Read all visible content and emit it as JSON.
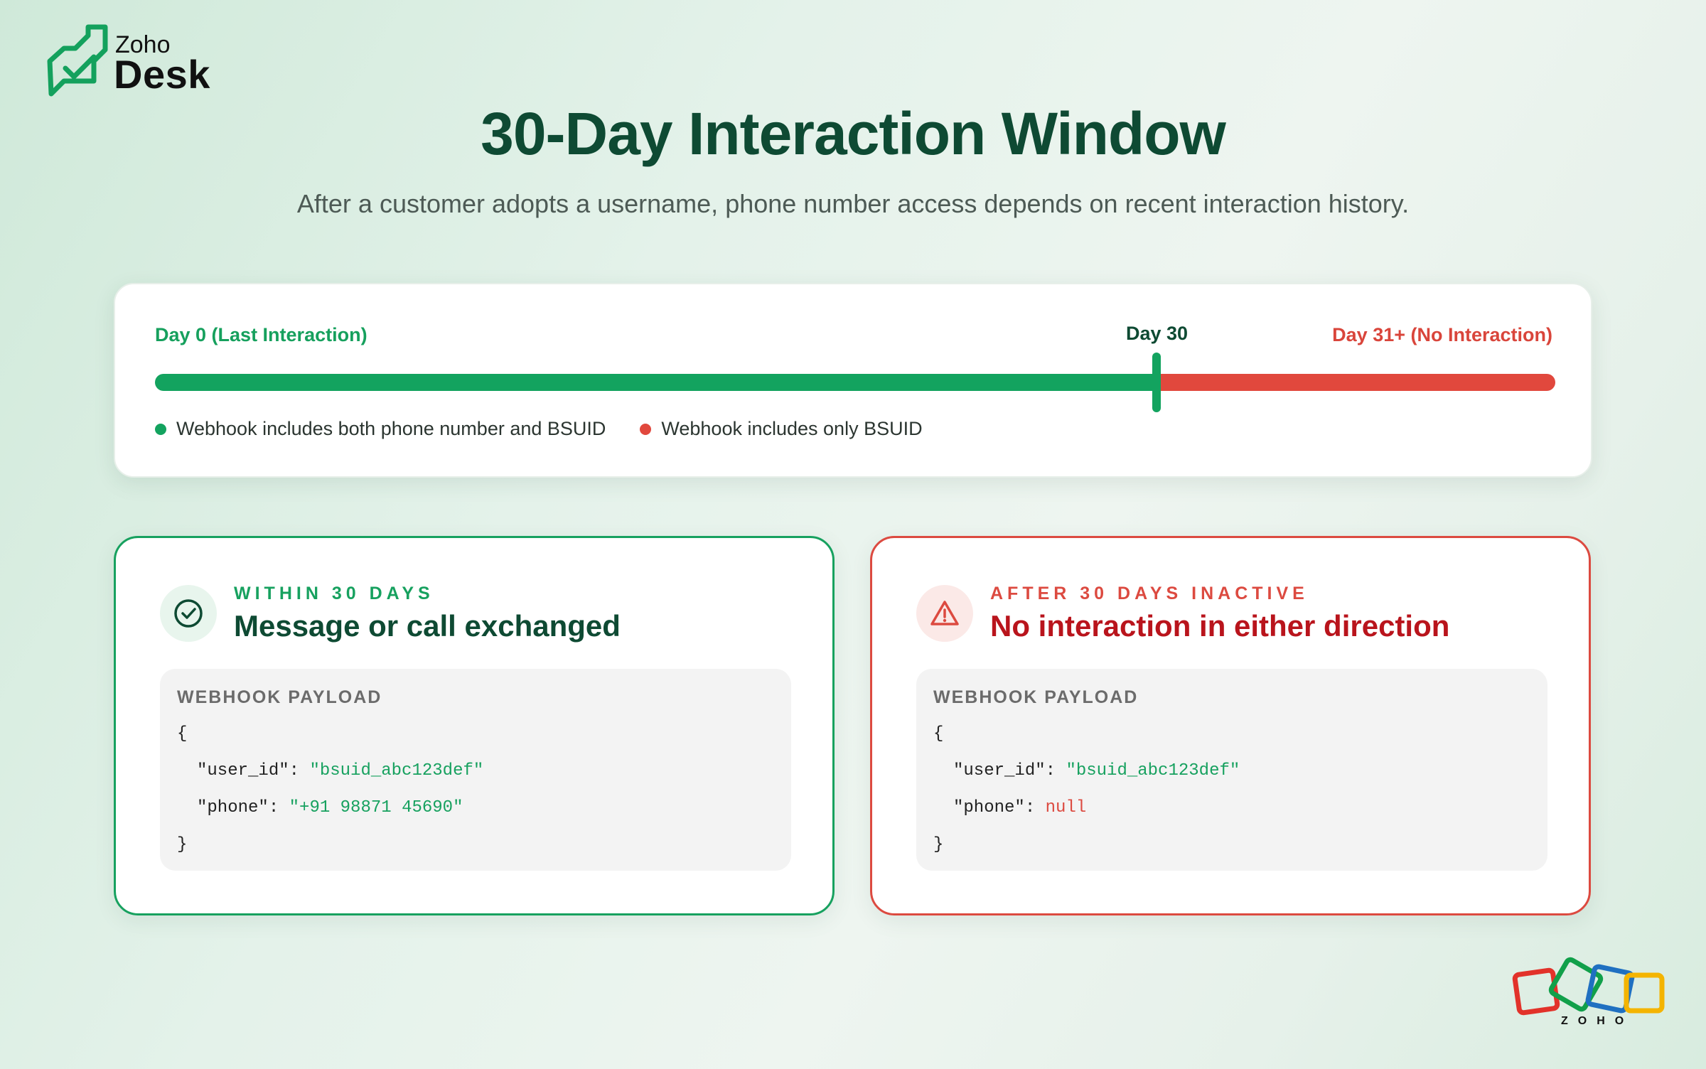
{
  "brand": {
    "top": "Zoho",
    "product": "Desk"
  },
  "title": "30-Day Interaction Window",
  "subtitle": "After a customer adopts a username, phone number access depends on recent interaction history.",
  "timeline": {
    "start_label": "Day 0 (Last Interaction)",
    "mid_label": "Day 30",
    "end_label": "Day 31+ (No Interaction)",
    "green_fraction": 0.715,
    "colors": {
      "green": "#13a35f",
      "red": "#e1483d"
    },
    "legend": [
      {
        "label": "Webhook includes both phone number and BSUID",
        "color": "#13a35f"
      },
      {
        "label": "Webhook includes only BSUID",
        "color": "#e1483d"
      }
    ]
  },
  "cards": [
    {
      "icon": "check-circle-icon",
      "eyebrow": "WITHIN 30 DAYS",
      "headline": "Message or call exchanged",
      "payload_label": "WEBHOOK PAYLOAD",
      "open_brace": "{",
      "user_id_key": "\"user_id\"",
      "user_id_value": "\"bsuid_abc123def\"",
      "phone_key": "\"phone\"",
      "phone_value": "\"+91 98871 45690\"",
      "close_brace": "}"
    },
    {
      "icon": "warning-triangle-icon",
      "eyebrow": "AFTER 30 DAYS INACTIVE",
      "headline": "No interaction in either direction",
      "payload_label": "WEBHOOK PAYLOAD",
      "open_brace": "{",
      "user_id_key": "\"user_id\"",
      "user_id_value": "\"bsuid_abc123def\"",
      "phone_key": "\"phone\"",
      "phone_value": "null",
      "close_brace": "}"
    }
  ],
  "footer_logo": "ZOHO"
}
